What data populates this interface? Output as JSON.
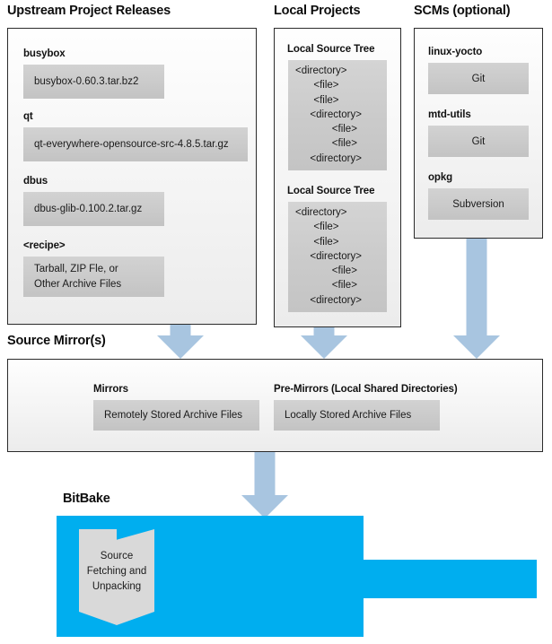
{
  "colors": {
    "arrow": "#a8c5e0",
    "bitbake_blue": "#00AEEF",
    "gray_box": "#cbcbcb",
    "panel_border": "#2b2b2b"
  },
  "columns": {
    "upstream": {
      "title": "Upstream Project Releases",
      "entries": [
        {
          "label": "busybox",
          "value": "busybox-0.60.3.tar.bz2"
        },
        {
          "label": "qt",
          "value": "qt-everywhere-opensource-src-4.8.5.tar.gz"
        },
        {
          "label": "dbus",
          "value": "dbus-glib-0.100.2.tar.gz"
        },
        {
          "label": "<recipe>",
          "value_line1": "Tarball, ZIP Fle, or",
          "value_line2": "Other Archive Files"
        }
      ]
    },
    "local_projects": {
      "title": "Local Projects",
      "trees": [
        {
          "label": "Local Source Tree",
          "nodes": [
            "<directory>",
            "  <file>",
            "  <file>",
            "  <directory>",
            "    <file>",
            "    <file>",
            "  <directory>"
          ]
        },
        {
          "label": "Local Source Tree",
          "nodes": [
            "<directory>",
            "  <file>",
            "  <file>",
            "  <directory>",
            "    <file>",
            "    <file>",
            "  <directory>"
          ]
        }
      ]
    },
    "scms": {
      "title": "SCMs (optional)",
      "entries": [
        {
          "label": "linux-yocto",
          "value": "Git"
        },
        {
          "label": "mtd-utils",
          "value": "Git"
        },
        {
          "label": "opkg",
          "value": "Subversion"
        }
      ]
    }
  },
  "source_mirrors": {
    "title": "Source Mirror(s)",
    "groups": [
      {
        "label": "Mirrors",
        "value": "Remotely Stored Archive Files"
      },
      {
        "label": "Pre-Mirrors (Local Shared Directories)",
        "value": "Locally Stored Archive Files"
      }
    ]
  },
  "bitbake": {
    "title": "BitBake",
    "task_line1": "Source",
    "task_line2": "Fetching and",
    "task_line3": "Unpacking"
  }
}
